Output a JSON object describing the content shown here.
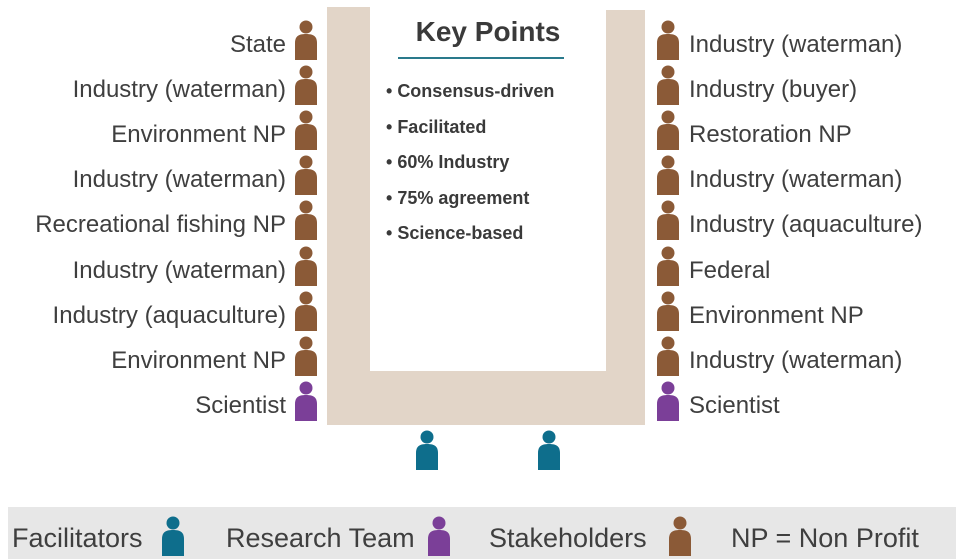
{
  "key_points": {
    "title": "Key Points",
    "items": [
      "Consensus-driven",
      "Facilitated",
      "60% Industry",
      "75% agreement",
      "Science-based"
    ]
  },
  "left_seats": [
    {
      "label": "State",
      "role": "stakeholder"
    },
    {
      "label": "Industry (waterman)",
      "role": "stakeholder"
    },
    {
      "label": "Environment NP",
      "role": "stakeholder"
    },
    {
      "label": "Industry (waterman)",
      "role": "stakeholder"
    },
    {
      "label": "Recreational fishing NP",
      "role": "stakeholder"
    },
    {
      "label": "Industry (waterman)",
      "role": "stakeholder"
    },
    {
      "label": "Industry (aquaculture)",
      "role": "stakeholder"
    },
    {
      "label": "Environment NP",
      "role": "stakeholder"
    },
    {
      "label": "Scientist",
      "role": "research"
    }
  ],
  "right_seats": [
    {
      "label": "Industry (waterman)",
      "role": "stakeholder"
    },
    {
      "label": "Industry (buyer)",
      "role": "stakeholder"
    },
    {
      "label": "Restoration NP",
      "role": "stakeholder"
    },
    {
      "label": "Industry (waterman)",
      "role": "stakeholder"
    },
    {
      "label": "Industry (aquaculture)",
      "role": "stakeholder"
    },
    {
      "label": "Federal",
      "role": "stakeholder"
    },
    {
      "label": "Environment NP",
      "role": "stakeholder"
    },
    {
      "label": "Industry (waterman)",
      "role": "stakeholder"
    },
    {
      "label": "Scientist",
      "role": "research"
    }
  ],
  "facilitator_seats": [
    {
      "role": "facilitator"
    },
    {
      "role": "facilitator"
    }
  ],
  "legend": {
    "facilitators": "Facilitators",
    "research_team": "Research Team",
    "stakeholders": "Stakeholders",
    "np_note": "NP = Non Profit"
  },
  "colors": {
    "stakeholder": "#8b5a37",
    "research": "#7b3f98",
    "facilitator": "#0e6e8c",
    "table": "#e2d5c8",
    "accent_line": "#2a7a8c",
    "legend_bg": "#e7e7e7"
  },
  "icons": {
    "person": "person-icon"
  }
}
